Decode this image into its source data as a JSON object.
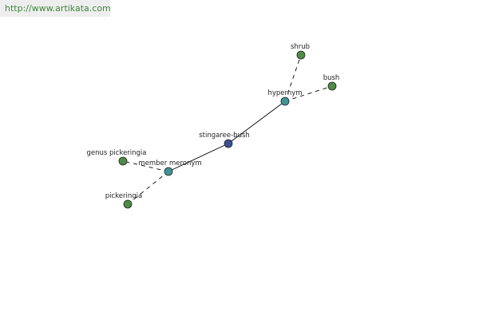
{
  "watermark": "http://www.artikata.com",
  "colors": {
    "center": "#3a4f96",
    "relation": "#3f9496",
    "term": "#4e8b44"
  },
  "nodes": {
    "center": {
      "label": "stingaree-bush",
      "kind": "center"
    },
    "hypernym": {
      "label": "hypernym",
      "kind": "relation"
    },
    "shrub": {
      "label": "shrub",
      "kind": "term"
    },
    "bush": {
      "label": "bush",
      "kind": "term"
    },
    "member_meronym": {
      "label": "member meronym",
      "kind": "relation"
    },
    "genus_pickeringia": {
      "label": "genus pickeringia",
      "kind": "term"
    },
    "pickeringia": {
      "label": "pickeringia",
      "kind": "term"
    }
  },
  "edges": [
    {
      "from": "center",
      "to": "hypernym",
      "style": "solid"
    },
    {
      "from": "center",
      "to": "member_meronym",
      "style": "solid"
    },
    {
      "from": "hypernym",
      "to": "shrub",
      "style": "dashed"
    },
    {
      "from": "hypernym",
      "to": "bush",
      "style": "dashed"
    },
    {
      "from": "member_meronym",
      "to": "genus_pickeringia",
      "style": "dashed"
    },
    {
      "from": "member_meronym",
      "to": "pickeringia",
      "style": "dashed"
    }
  ]
}
